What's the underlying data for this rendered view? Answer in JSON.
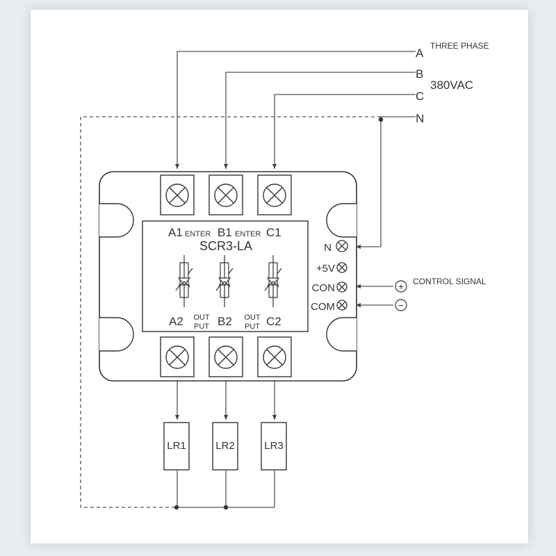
{
  "supply": {
    "title": "THREE PHASE",
    "voltage": "380VAC",
    "lines": [
      "A",
      "B",
      "C",
      "N"
    ]
  },
  "module": {
    "model": "SCR3-LA",
    "input_labels": [
      "A1",
      "B1",
      "C1"
    ],
    "enter_label": "ENTER",
    "output_labels": [
      "A2",
      "B2",
      "C2"
    ],
    "output_word_top": "OUT",
    "output_word_bottom": "PUT",
    "side_terminals": [
      "N",
      "+5V",
      "CON",
      "COM"
    ]
  },
  "control": {
    "label": "CONTROL SIGNAL",
    "plus": "+",
    "minus": "−"
  },
  "loads": [
    "LR1",
    "LR2",
    "LR3"
  ]
}
